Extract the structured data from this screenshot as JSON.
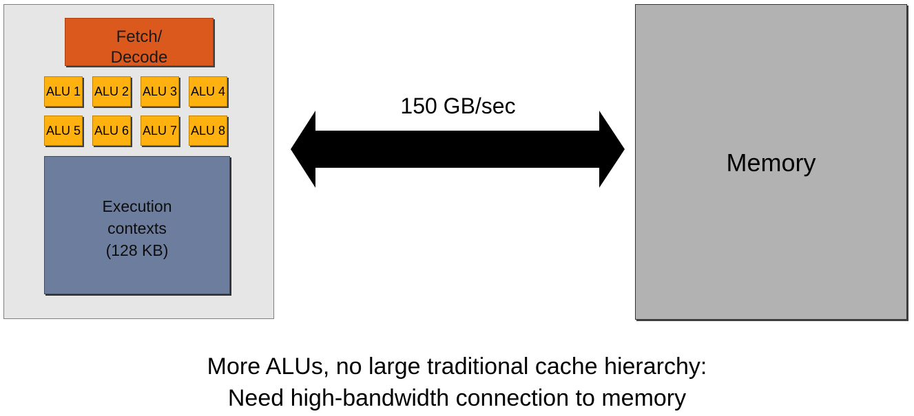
{
  "core": {
    "fetch_decode": "Fetch/\nDecode",
    "alus": [
      "ALU 1",
      "ALU 2",
      "ALU 3",
      "ALU 4",
      "ALU 5",
      "ALU 6",
      "ALU 7",
      "ALU 8"
    ],
    "execution_contexts": {
      "line1": "Execution",
      "line2": "contexts",
      "line3": "(128 KB)"
    }
  },
  "link": {
    "bandwidth": "150 GB/sec"
  },
  "memory": {
    "label": "Memory"
  },
  "caption": {
    "line1": "More ALUs, no large traditional cache hierarchy:",
    "line2": "Need high-bandwidth connection to memory"
  },
  "colors": {
    "core_bg": "#e6e6e6",
    "fetch_decode": "#dc591e",
    "alu": "#ffb10f",
    "execution_contexts": "#6d7d9d",
    "memory": "#b2b2b2",
    "arrow": "#000000"
  }
}
